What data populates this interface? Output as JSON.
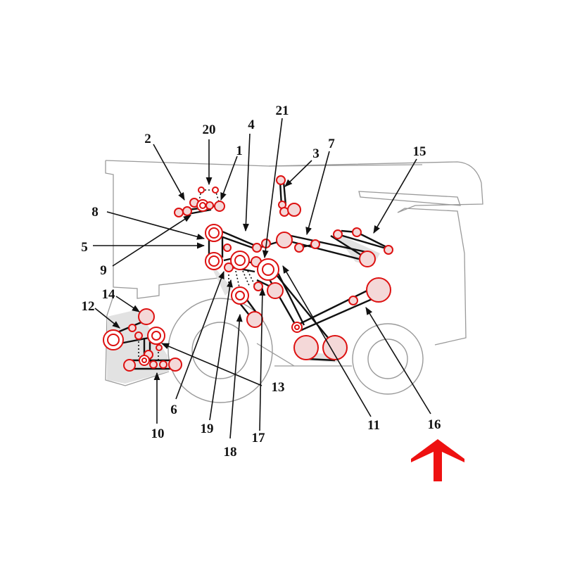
{
  "diagram": {
    "colors": {
      "outline": "#9a9a9a",
      "shading": "#e2e2e2",
      "belt": "#111111",
      "pulley": "#dd1111",
      "pulley_fill": "#f4d8d8",
      "arrow_text": "#111111",
      "direction_arrow": "#ee1111"
    },
    "direction_arrow": {
      "icon": "up-arrow-icon",
      "direction": "up"
    },
    "callouts": [
      {
        "id": "1",
        "label": "1"
      },
      {
        "id": "2",
        "label": "2"
      },
      {
        "id": "3",
        "label": "3"
      },
      {
        "id": "4",
        "label": "4"
      },
      {
        "id": "5",
        "label": "5"
      },
      {
        "id": "6",
        "label": "6"
      },
      {
        "id": "7",
        "label": "7"
      },
      {
        "id": "8",
        "label": "8"
      },
      {
        "id": "9",
        "label": "9"
      },
      {
        "id": "10",
        "label": "10"
      },
      {
        "id": "11",
        "label": "11"
      },
      {
        "id": "12",
        "label": "12"
      },
      {
        "id": "13",
        "label": "13"
      },
      {
        "id": "14",
        "label": "14"
      },
      {
        "id": "15",
        "label": "15"
      },
      {
        "id": "16",
        "label": "16"
      },
      {
        "id": "17",
        "label": "17"
      },
      {
        "id": "18",
        "label": "18"
      },
      {
        "id": "19",
        "label": "19"
      },
      {
        "id": "20",
        "label": "20"
      },
      {
        "id": "21",
        "label": "21"
      }
    ]
  }
}
